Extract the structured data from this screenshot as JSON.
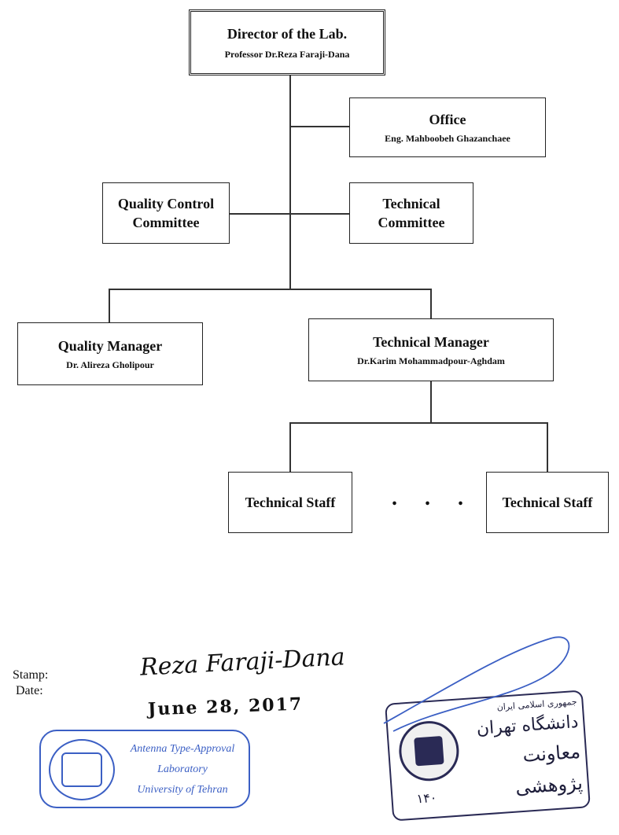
{
  "director": {
    "title": "Director of the Lab.",
    "name": "Professor Dr.Reza Faraji-Dana"
  },
  "office": {
    "title": "Office",
    "name": "Eng. Mahboobeh Ghazanchaee"
  },
  "quality_committee": {
    "line1": "Quality Control",
    "line2": "Committee"
  },
  "technical_committee": {
    "line1": "Technical",
    "line2": "Committee"
  },
  "quality_manager": {
    "title": "Quality  Manager",
    "name": "Dr. Alireza Gholipour"
  },
  "technical_manager": {
    "title": "Technical Manager",
    "name": "Dr.Karim Mohammadpour-Aghdam"
  },
  "staff_left": {
    "title": "Technical Staff"
  },
  "staff_right": {
    "title": "Technical Staff"
  },
  "ellipsis": ". . .",
  "footer": {
    "stamp_label": "Stamp:",
    "date_label": "Date:",
    "signature": "Reza Faraji-Dana",
    "date_value": "June 28, 2017",
    "stamp_left": {
      "line1": "Antenna Type-Approval",
      "line2": "Laboratory",
      "line3": "University of Tehran"
    },
    "stamp_right": {
      "line1": "جمهوری اسلامی ایران",
      "line2": "دانشگاه تهران",
      "line3": "معاونت پژوهشی",
      "number": "۱۴۰"
    }
  },
  "colors": {
    "stamp_blue": "#3b5fc4",
    "line": "#333333"
  }
}
